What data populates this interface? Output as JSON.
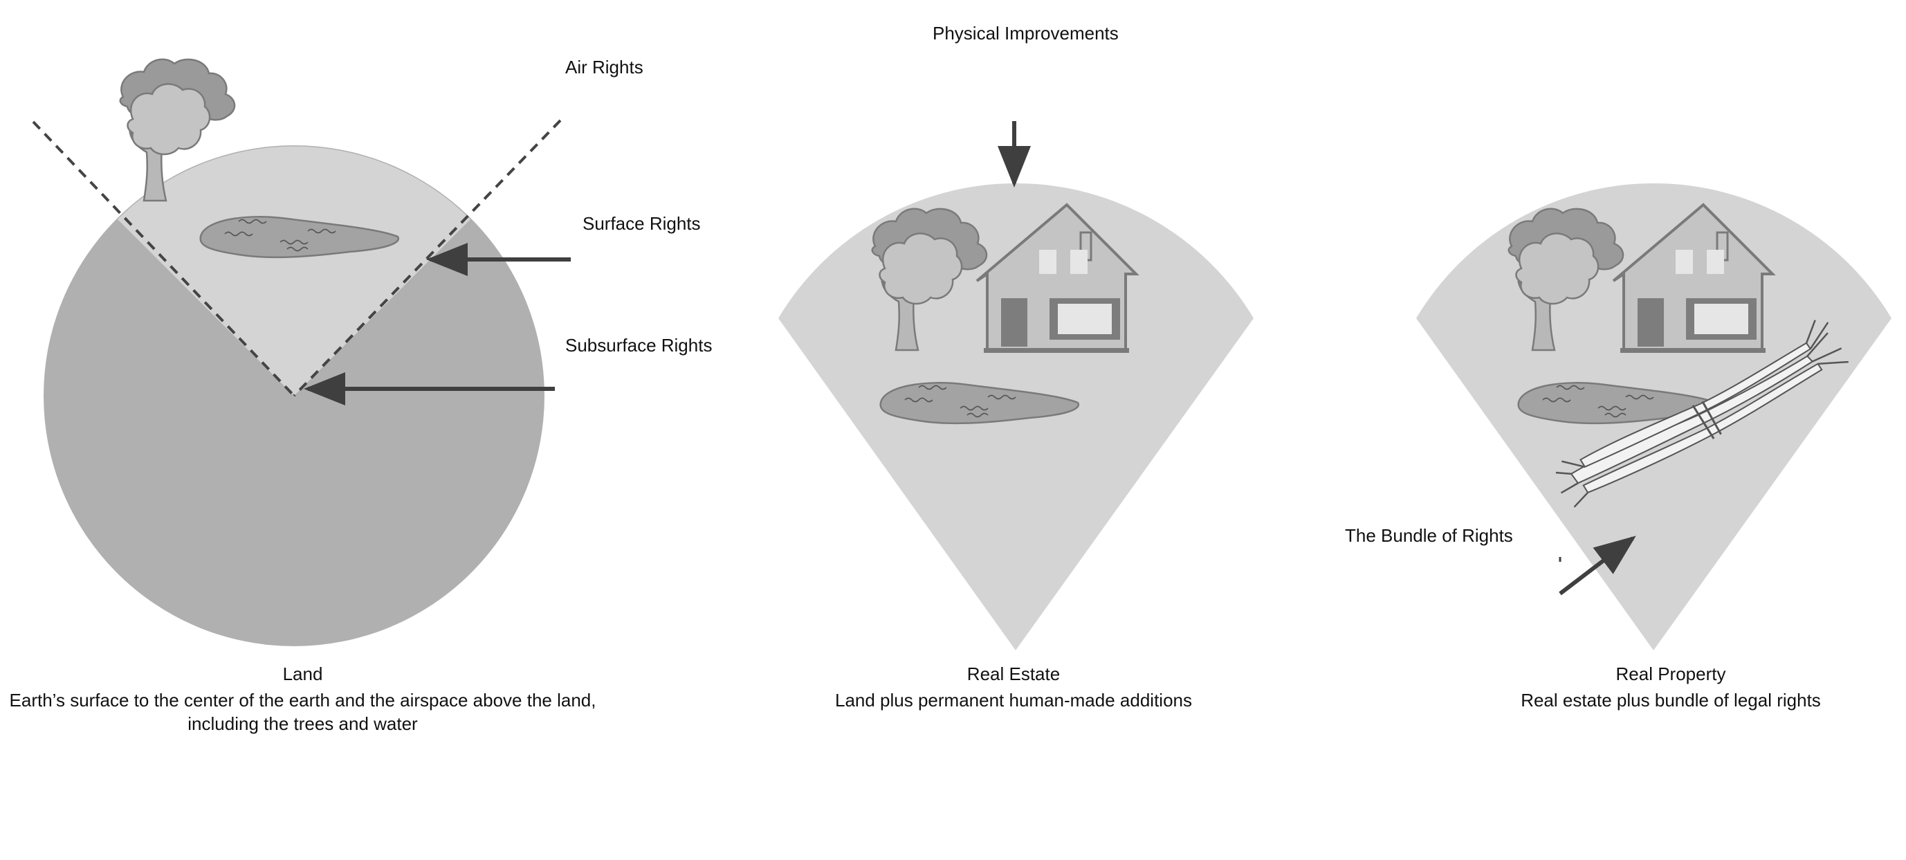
{
  "labels": {
    "air_rights": "Air Rights",
    "surface_rights": "Surface Rights",
    "subsurface_rights": "Subsurface Rights",
    "physical_improvements": "Physical Improvements",
    "bundle_of_rights": "The Bundle of Rights"
  },
  "captions": {
    "land": {
      "title": "Land",
      "line1": "Earth’s surface to the center of the earth and the airspace above the land,",
      "line2": "including the trees and water"
    },
    "real_estate": {
      "title": "Real Estate",
      "subtitle": "Land plus permanent human-made additions"
    },
    "real_property": {
      "title": "Real Property",
      "subtitle": "Real estate plus bundle of legal rights"
    }
  },
  "colors": {
    "earth": "#b0b0b0",
    "wedge": "#d4d4d4",
    "tree_dark": "#9a9a9a",
    "tree_light": "#c2c2c2",
    "outline": "#7a7a7a",
    "arrow": "#3f3f3f",
    "house": "#c4c4c4",
    "door": "#7d7d7d",
    "window": "#e6e6e6",
    "sticks": "#f2f2f2"
  }
}
